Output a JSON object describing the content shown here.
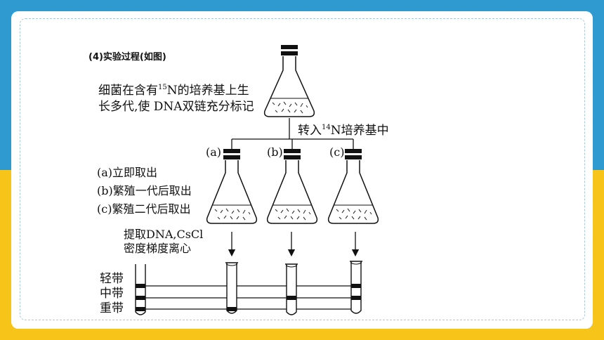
{
  "heading": "(4)实验过程(如图)",
  "origin_text": {
    "line1_prefix": "细菌在含有",
    "line1_sup": "15",
    "line1_suffix": "N的培养基上生",
    "line2": "长多代,使 DNA双链充分标记"
  },
  "transfer_text": {
    "prefix": "转入",
    "sup": "14",
    "suffix": "N培养基中"
  },
  "flask_labels": [
    "(a)",
    "(b)",
    "(c)"
  ],
  "steps": [
    "(a)立即取出",
    "(b)繁殖一代后取出",
    "(c)繁殖二代后取出"
  ],
  "extract_text": {
    "line1": "提取DNA,CsCl",
    "line2": "密度梯度离心"
  },
  "band_labels": [
    "轻带",
    "中带",
    "重带"
  ]
}
